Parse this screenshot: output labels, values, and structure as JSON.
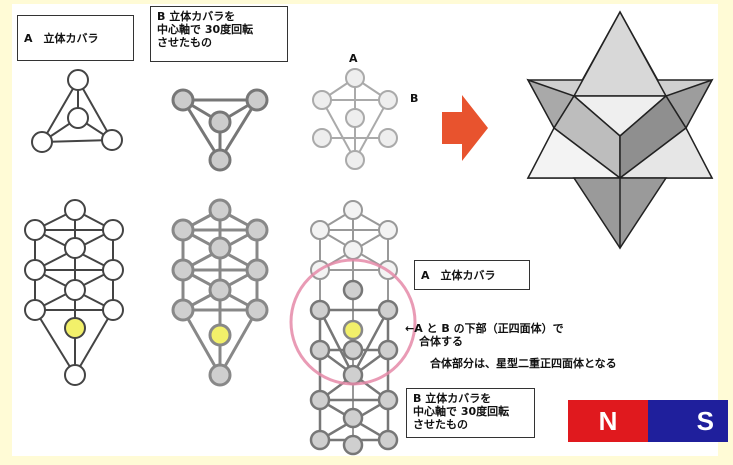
{
  "boxes": {
    "a_top": "A　立体カバラ",
    "b_top_l1": "B 立体カバラを",
    "b_top_l2": "中心軸で 30度回転",
    "b_top_l3": "させたもの",
    "a_mid": "A　立体カバラ",
    "b_bot_l1": "B 立体カバラを",
    "b_bot_l2": "中心軸で 30度回転",
    "b_bot_l3": "させたもの"
  },
  "labels": {
    "letter_a": "A",
    "letter_b": "B"
  },
  "notes": {
    "merge_l1": "←A と B の下部（正四面体）で",
    "merge_l2": "合体する",
    "star_note": "合体部分は、星型二重正四面体となる"
  },
  "badges": {
    "n": "N",
    "s": "S"
  },
  "colors": {
    "background": "#fffbd6",
    "arrow": "#e8532e",
    "highlight_node": "#f2f06a",
    "circle_ring": "#e58aa8",
    "badge_n": "#e0191e",
    "badge_s": "#1f1f9c"
  }
}
